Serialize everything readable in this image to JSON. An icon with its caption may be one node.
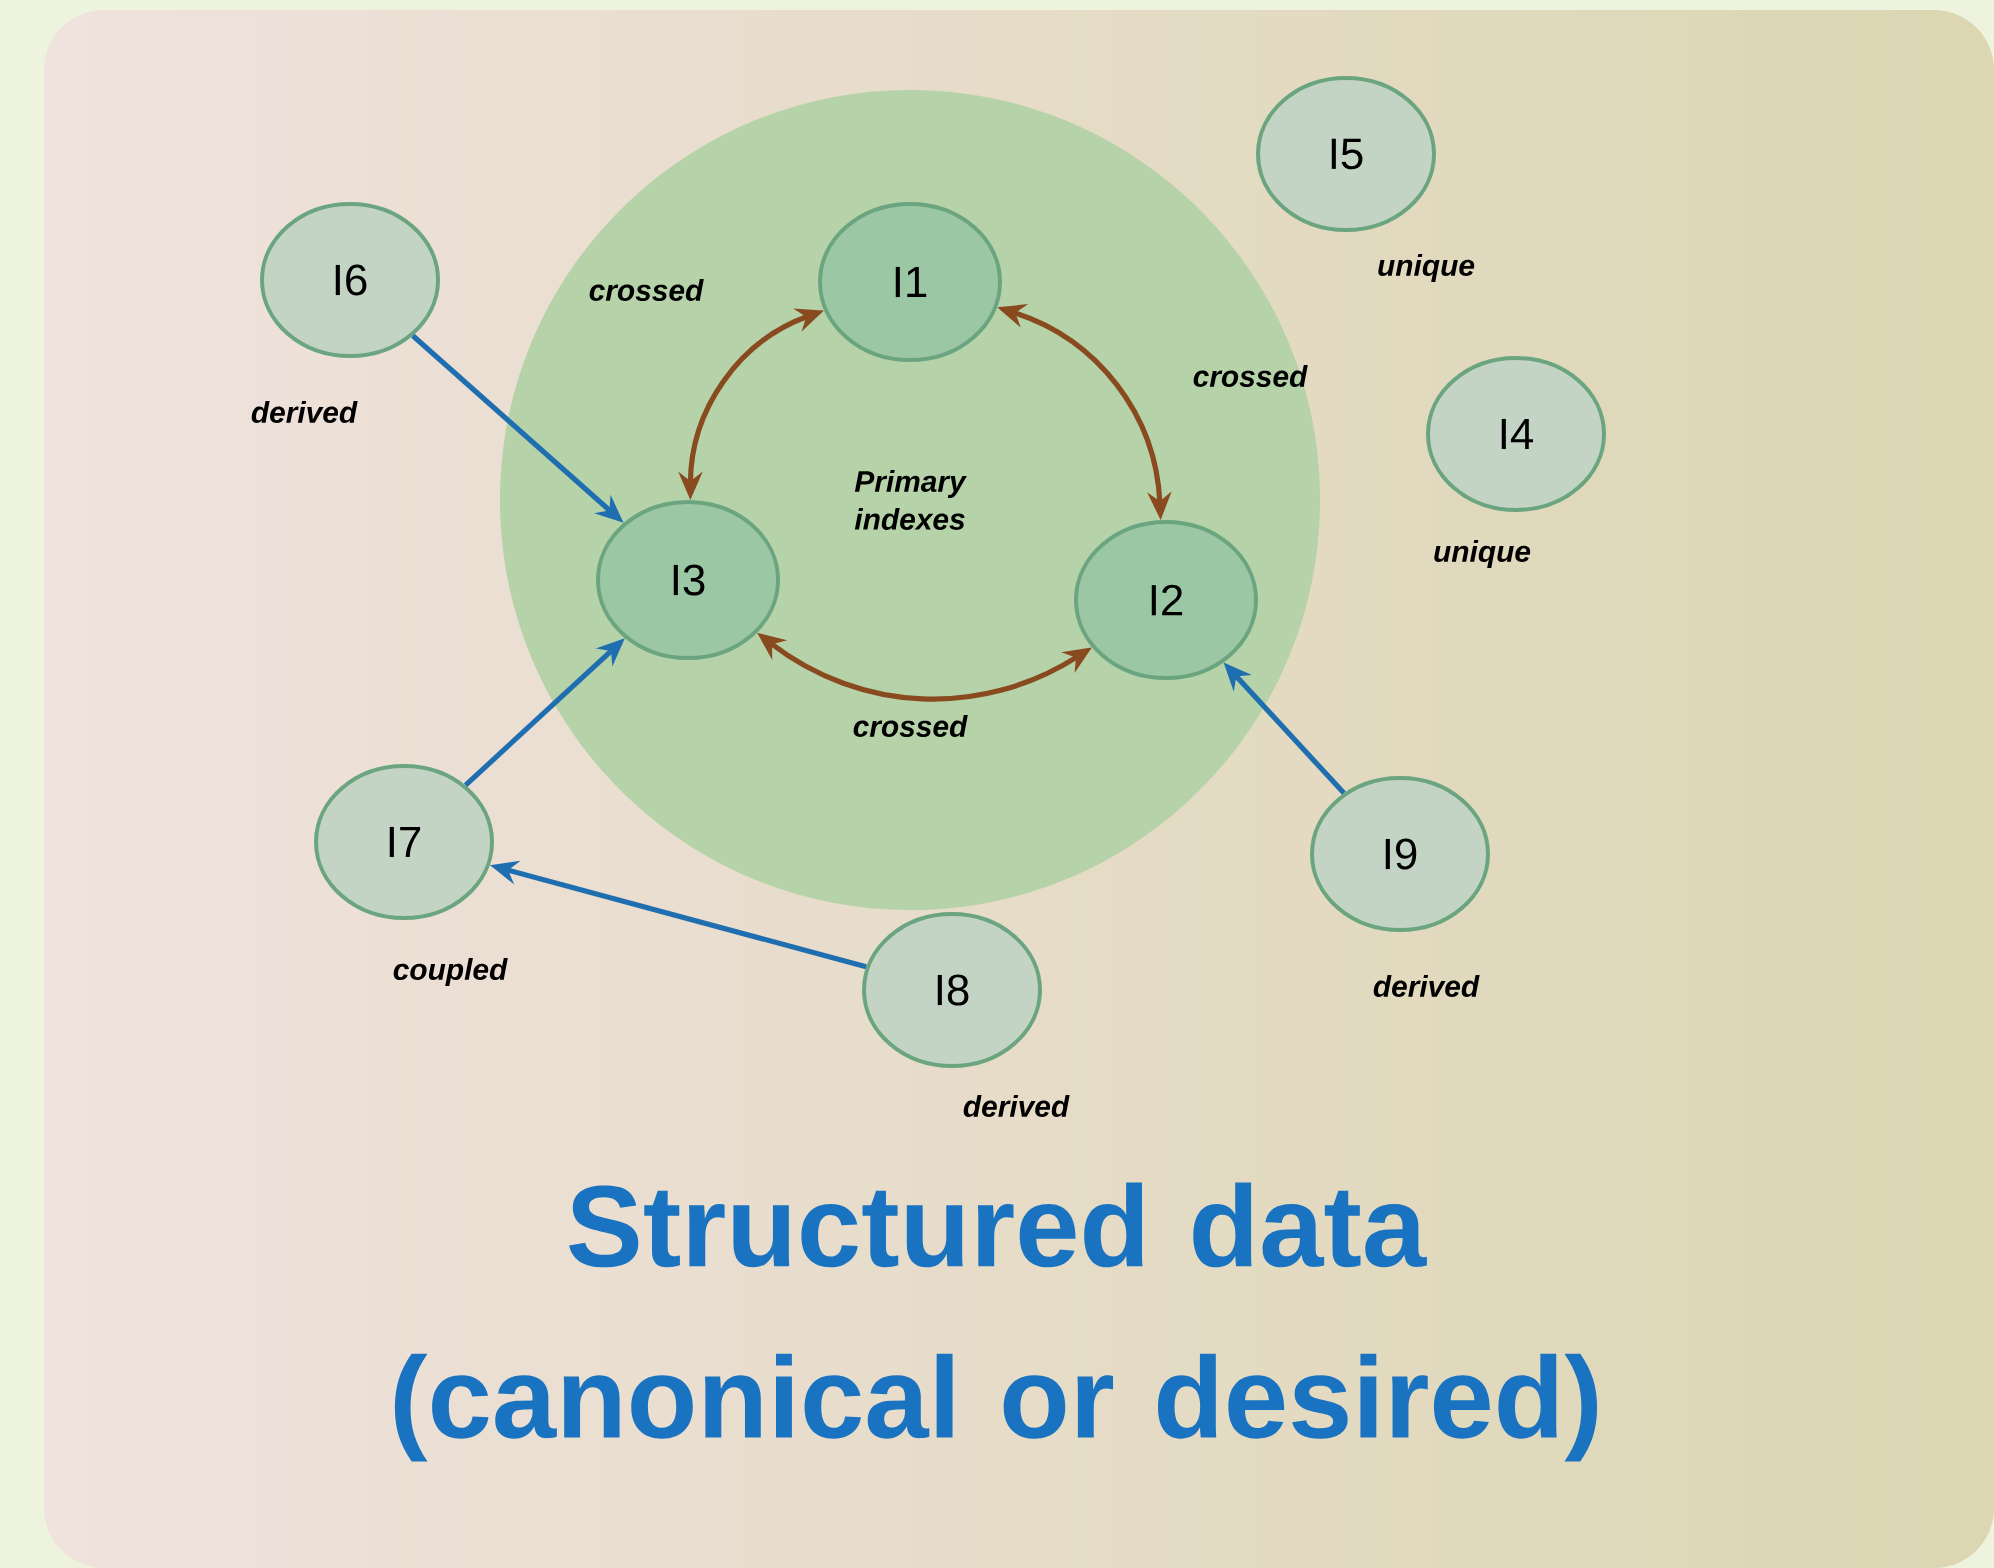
{
  "diagram": {
    "title": "Structured data (canonical or desired)",
    "nodes": [
      {
        "text": [
          "Primary indexes"
        ]
      },
      {
        "text": [
          "I1"
        ],
        "in": 0
      },
      {
        "text": [
          "I2"
        ],
        "in": 0
      },
      {
        "text": [
          "I3"
        ],
        "in": 0
      },
      {
        "text": [
          "I5"
        ],
        "beside": [
          "unique"
        ]
      },
      {
        "text": [
          "I4"
        ],
        "beside": [
          "unique"
        ]
      },
      {
        "text": [
          "I6"
        ],
        "beside": [
          "derived"
        ]
      },
      {
        "text": [
          "I7"
        ],
        "beside": [
          "coupled"
        ]
      },
      {
        "text": [
          "I9"
        ],
        "beside": [
          "derived"
        ]
      },
      {
        "text": [
          "I8"
        ],
        "beside": [
          "derived"
        ]
      }
    ],
    "edges": [
      {
        "from": 3,
        "to": 1,
        "arrow": "both",
        "label": "crossed",
        "color": "#8a4a1f"
      },
      {
        "from": 1,
        "to": 2,
        "arrow": "both",
        "label": "crossed",
        "color": "#8a4a1f"
      },
      {
        "from": 3,
        "to": 2,
        "arrow": "both",
        "label": "crossed",
        "color": "#8a4a1f"
      },
      {
        "from": 6,
        "to": 3,
        "arrow": "to"
      },
      {
        "from": 7,
        "to": 3,
        "arrow": "to"
      },
      {
        "from": 9,
        "to": 7,
        "arrow": "to"
      },
      {
        "from": 8,
        "to": 2,
        "arrow": "to"
      }
    ]
  }
}
